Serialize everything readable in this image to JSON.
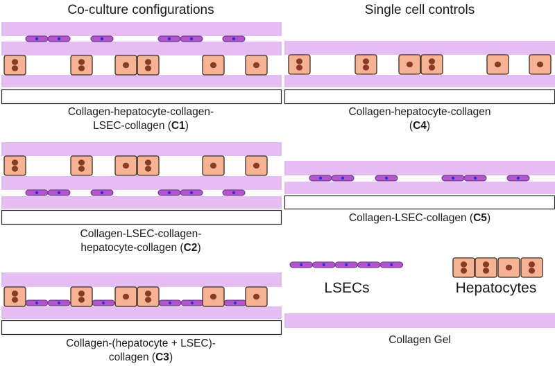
{
  "headings": {
    "coculture": "Co-culture configurations",
    "single": "Single cell controls"
  },
  "captions": {
    "c1_line1": "Collagen-hepatocyte-collagen-",
    "c1_line2_prefix": "LSEC-collagen (",
    "c1_code": "C1",
    "c2_line1": "Collagen-LSEC-collagen-",
    "c2_line2_prefix": "hepatocyte-collagen (",
    "c2_code": "C2",
    "c3_line1": "Collagen-(hepatocyte + LSEC)-",
    "c3_line2_prefix": "collagen (",
    "c3_code": "C3",
    "c4_line1": "Collagen-hepatocyte-collagen",
    "c4_line2_prefix": "(",
    "c4_code": "C4",
    "c5_prefix": "Collagen-LSEC-collagen (",
    "c5_code": "C5",
    "close": ")"
  },
  "legend": {
    "lsec": "LSECs",
    "hepatocyte": "Hepatocytes",
    "collagen": "Collagen Gel"
  },
  "colors": {
    "collagen": "#e6bdf3",
    "hepatocyte_fill": "#f6b394",
    "hepatocyte_border": "#3a2a26",
    "nucleus": "#8a3b26",
    "lsec_fill": "#b455cf",
    "lsec_border": "#5e2f7a",
    "lsec_nucleus": "#3030d8",
    "base_border": "#222222"
  }
}
